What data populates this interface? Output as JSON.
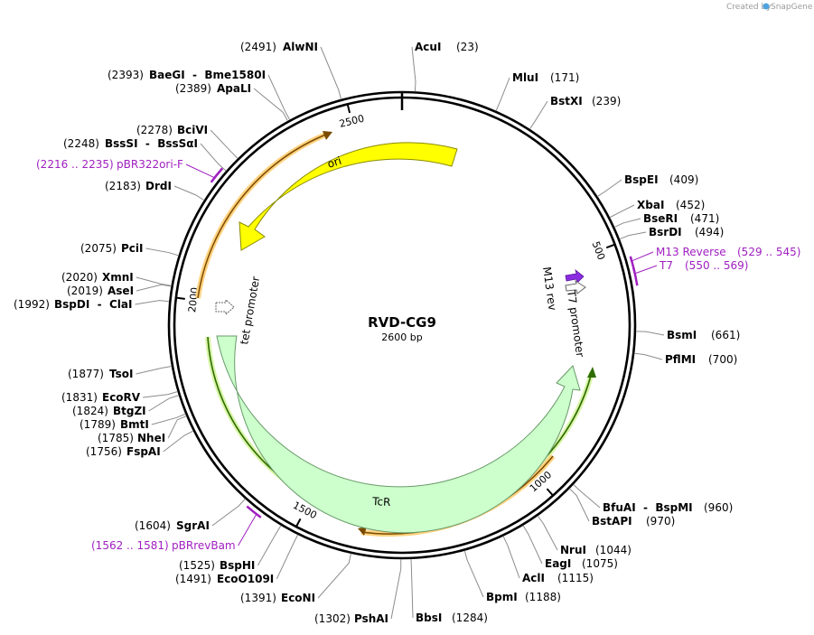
{
  "credit": {
    "text": "Created by",
    "brand": "SnapGene"
  },
  "plasmid": {
    "name": "RVD-CG9",
    "length_label": "2600 bp",
    "length_bp": 2600
  },
  "ticks": [
    {
      "bp": 500,
      "label": "500"
    },
    {
      "bp": 1000,
      "label": "1000"
    },
    {
      "bp": 1500,
      "label": "1500"
    },
    {
      "bp": 2000,
      "label": "2000"
    },
    {
      "bp": 2500,
      "label": "2500"
    }
  ],
  "sites": [
    {
      "name": "AcuI",
      "pos": "(23)",
      "bp": 23
    },
    {
      "name": "MluI",
      "pos": "(171)",
      "bp": 171
    },
    {
      "name": "BstXI",
      "pos": "(239)",
      "bp": 239
    },
    {
      "name": "BspEI",
      "pos": "(409)",
      "bp": 409
    },
    {
      "name": "XbaI",
      "pos": "(452)",
      "bp": 452
    },
    {
      "name": "BseRI",
      "pos": "(471)",
      "bp": 471
    },
    {
      "name": "BsrDI",
      "pos": "(494)",
      "bp": 494
    },
    {
      "name": "BsmI",
      "pos": "(661)",
      "bp": 661
    },
    {
      "name": "PflMI",
      "pos": "(700)",
      "bp": 700
    },
    {
      "name": "BfuAI  -  BspMI",
      "pos": "(960)",
      "bp": 960
    },
    {
      "name": "BstAPI",
      "pos": "(970)",
      "bp": 970
    },
    {
      "name": "NruI",
      "pos": "(1044)",
      "bp": 1044
    },
    {
      "name": "EagI",
      "pos": "(1075)",
      "bp": 1075
    },
    {
      "name": "AclI",
      "pos": "(1115)",
      "bp": 1115
    },
    {
      "name": "BpmI",
      "pos": "(1188)",
      "bp": 1188
    },
    {
      "name": "BbsI",
      "pos": "(1284)",
      "bp": 1284
    },
    {
      "name": "PshAI",
      "pos": "(1302)",
      "bp": 1302
    },
    {
      "name": "EcoNI",
      "pos": "(1391)",
      "bp": 1391
    },
    {
      "name": "EcoO109I",
      "pos": "(1491)",
      "bp": 1491
    },
    {
      "name": "BspHI",
      "pos": "(1525)",
      "bp": 1525
    },
    {
      "name": "SgrAI",
      "pos": "(1604)",
      "bp": 1604
    },
    {
      "name": "FspAI",
      "pos": "(1756)",
      "bp": 1756
    },
    {
      "name": "NheI",
      "pos": "(1785)",
      "bp": 1785
    },
    {
      "name": "BmtI",
      "pos": "(1789)",
      "bp": 1789
    },
    {
      "name": "BtgZI",
      "pos": "(1824)",
      "bp": 1824
    },
    {
      "name": "EcoRV",
      "pos": "(1831)",
      "bp": 1831
    },
    {
      "name": "TsoI",
      "pos": "(1877)",
      "bp": 1877
    },
    {
      "name": "BspDI  -  ClaI",
      "pos": "(1992)",
      "bp": 1992
    },
    {
      "name": "AseI",
      "pos": "(2019)",
      "bp": 2019
    },
    {
      "name": "XmnI",
      "pos": "(2020)",
      "bp": 2020
    },
    {
      "name": "PciI",
      "pos": "(2075)",
      "bp": 2075
    },
    {
      "name": "DrdI",
      "pos": "(2183)",
      "bp": 2183
    },
    {
      "name": "BssSI  -  BssSαI",
      "pos": "(2248)",
      "bp": 2248
    },
    {
      "name": "BciVI",
      "pos": "(2278)",
      "bp": 2278
    },
    {
      "name": "ApaLI",
      "pos": "(2389)",
      "bp": 2389
    },
    {
      "name": "BaeGI  -  Bme1580I",
      "pos": "(2393)",
      "bp": 2393
    },
    {
      "name": "AlwNI",
      "pos": "(2491)",
      "bp": 2491
    }
  ],
  "primers": [
    {
      "name": "M13 Reverse",
      "pos": "(529 .. 545)",
      "start": 529,
      "end": 545
    },
    {
      "name": "T7",
      "pos": "(550 .. 569)",
      "start": 550,
      "end": 569
    },
    {
      "name": "pBRrevBam",
      "pos": "(1562 .. 1581)",
      "start": 1562,
      "end": 1581
    },
    {
      "name": "pBR322ori-F",
      "pos": "(2216 .. 2235)",
      "start": 2216,
      "end": 2235
    }
  ],
  "features": [
    {
      "name": "ori",
      "type": "origin",
      "color": "#ffff00"
    },
    {
      "name": "TcR",
      "type": "cds",
      "color": "#ccffcc"
    },
    {
      "name": "tet promoter",
      "type": "promoter",
      "color": "#ffffff"
    },
    {
      "name": "T7 promoter",
      "type": "promoter",
      "color": "#ffffff"
    },
    {
      "name": "M13 rev",
      "type": "primer_bind",
      "color": "#8a2be2"
    }
  ],
  "colors": {
    "primer": "#a020c0",
    "orf_inner": "#2e7d00",
    "orf_outer": "#b8860b"
  }
}
